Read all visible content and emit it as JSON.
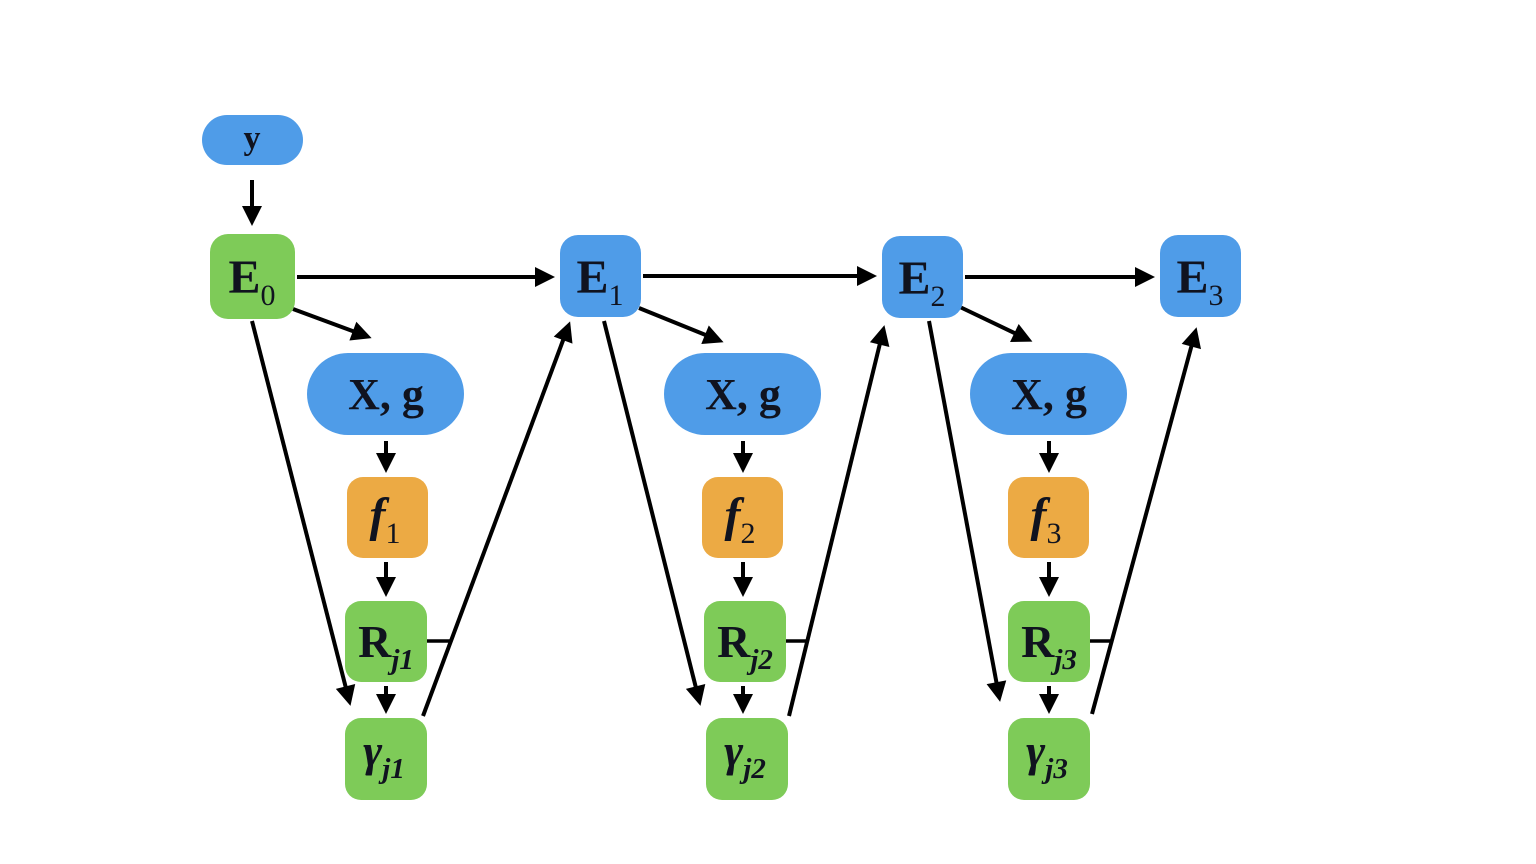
{
  "colors": {
    "blue": "#4f9ce8",
    "green": "#7ecb58",
    "orange": "#ecaa44",
    "text": "#10131f",
    "arrow": "#000000",
    "background": "#ffffff"
  },
  "nodes": {
    "y": {
      "label": "y"
    },
    "e0": {
      "main": "E",
      "sub": "0"
    },
    "e1": {
      "main": "E",
      "sub": "1"
    },
    "e2": {
      "main": "E",
      "sub": "2"
    },
    "e3": {
      "main": "E",
      "sub": "3"
    },
    "xg1": {
      "label": "X, g"
    },
    "xg2": {
      "label": "X, g"
    },
    "xg3": {
      "label": "X, g"
    },
    "f1": {
      "main": "f",
      "sub": "1"
    },
    "f2": {
      "main": "f",
      "sub": "2"
    },
    "f3": {
      "main": "f",
      "sub": "3"
    },
    "r1": {
      "main": "R",
      "sub": "j1"
    },
    "r2": {
      "main": "R",
      "sub": "j2"
    },
    "r3": {
      "main": "R",
      "sub": "j3"
    },
    "gamma1": {
      "main": "γ",
      "sub": "j1"
    },
    "gamma2": {
      "main": "γ",
      "sub": "j2"
    },
    "gamma3": {
      "main": "γ",
      "sub": "j3"
    }
  },
  "edges": [
    {
      "from": "y",
      "to": "e0",
      "style": "arrow"
    },
    {
      "from": "e0",
      "to": "e1",
      "style": "arrow"
    },
    {
      "from": "e1",
      "to": "e2",
      "style": "arrow"
    },
    {
      "from": "e2",
      "to": "e3",
      "style": "arrow"
    },
    {
      "from": "e0",
      "to": "xg1",
      "style": "arrow"
    },
    {
      "from": "e1",
      "to": "xg2",
      "style": "arrow"
    },
    {
      "from": "e2",
      "to": "xg3",
      "style": "arrow"
    },
    {
      "from": "xg1",
      "to": "f1",
      "style": "arrow"
    },
    {
      "from": "f1",
      "to": "r1",
      "style": "arrow"
    },
    {
      "from": "r1",
      "to": "gamma1",
      "style": "arrow"
    },
    {
      "from": "xg2",
      "to": "f2",
      "style": "arrow"
    },
    {
      "from": "f2",
      "to": "r2",
      "style": "arrow"
    },
    {
      "from": "r2",
      "to": "gamma2",
      "style": "arrow"
    },
    {
      "from": "xg3",
      "to": "f3",
      "style": "arrow"
    },
    {
      "from": "f3",
      "to": "r3",
      "style": "arrow"
    },
    {
      "from": "r3",
      "to": "gamma3",
      "style": "arrow"
    },
    {
      "from": "e0",
      "to": "gamma1",
      "style": "arrow"
    },
    {
      "from": "gamma1",
      "to": "e1",
      "style": "arrow"
    },
    {
      "from": "e1",
      "to": "gamma2",
      "style": "arrow"
    },
    {
      "from": "gamma2",
      "to": "e2",
      "style": "arrow"
    },
    {
      "from": "e2",
      "to": "gamma3",
      "style": "arrow"
    },
    {
      "from": "gamma3",
      "to": "e3",
      "style": "arrow"
    },
    {
      "from": "r1",
      "to": "gamma1-e1-edge",
      "style": "plain-tick"
    },
    {
      "from": "r2",
      "to": "gamma2-e2-edge",
      "style": "plain-tick"
    },
    {
      "from": "r3",
      "to": "gamma3-e3-edge",
      "style": "plain-tick"
    }
  ]
}
